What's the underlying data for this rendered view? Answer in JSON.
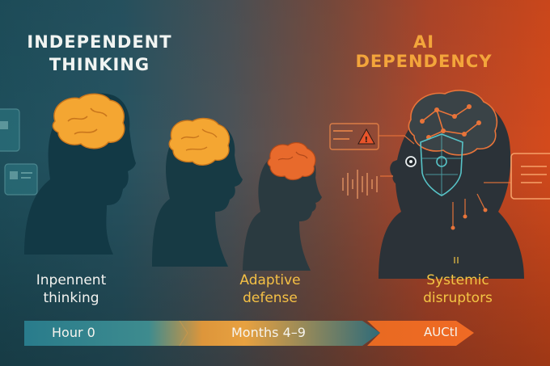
{
  "headings": {
    "left_line1": "INDEPENDENT",
    "left_line2": "THINKING",
    "right": "AI DEPENDENCY"
  },
  "stages": [
    {
      "label_line1": "Inpennent",
      "label_line2": "thinking"
    },
    {
      "label_line1": "Adaptive",
      "label_line2": "defense"
    },
    {
      "label_line1": "Systemic",
      "label_line2": "disruptors"
    }
  ],
  "timeline": {
    "labels": [
      "Hour 0",
      "Months 4–9",
      "AUCtI"
    ]
  },
  "colors": {
    "left_bg": "#1e4f5c",
    "right_bg": "#d44a1c",
    "brain": "#f4a632",
    "accent_orange": "#f07a2c",
    "heading_right": "#f3a53b",
    "label_yellow": "#f5c045"
  },
  "icons": [
    "brain-icon",
    "warning-icon",
    "shield-icon",
    "id-card-icon",
    "document-icon",
    "sound-wave-icon"
  ]
}
